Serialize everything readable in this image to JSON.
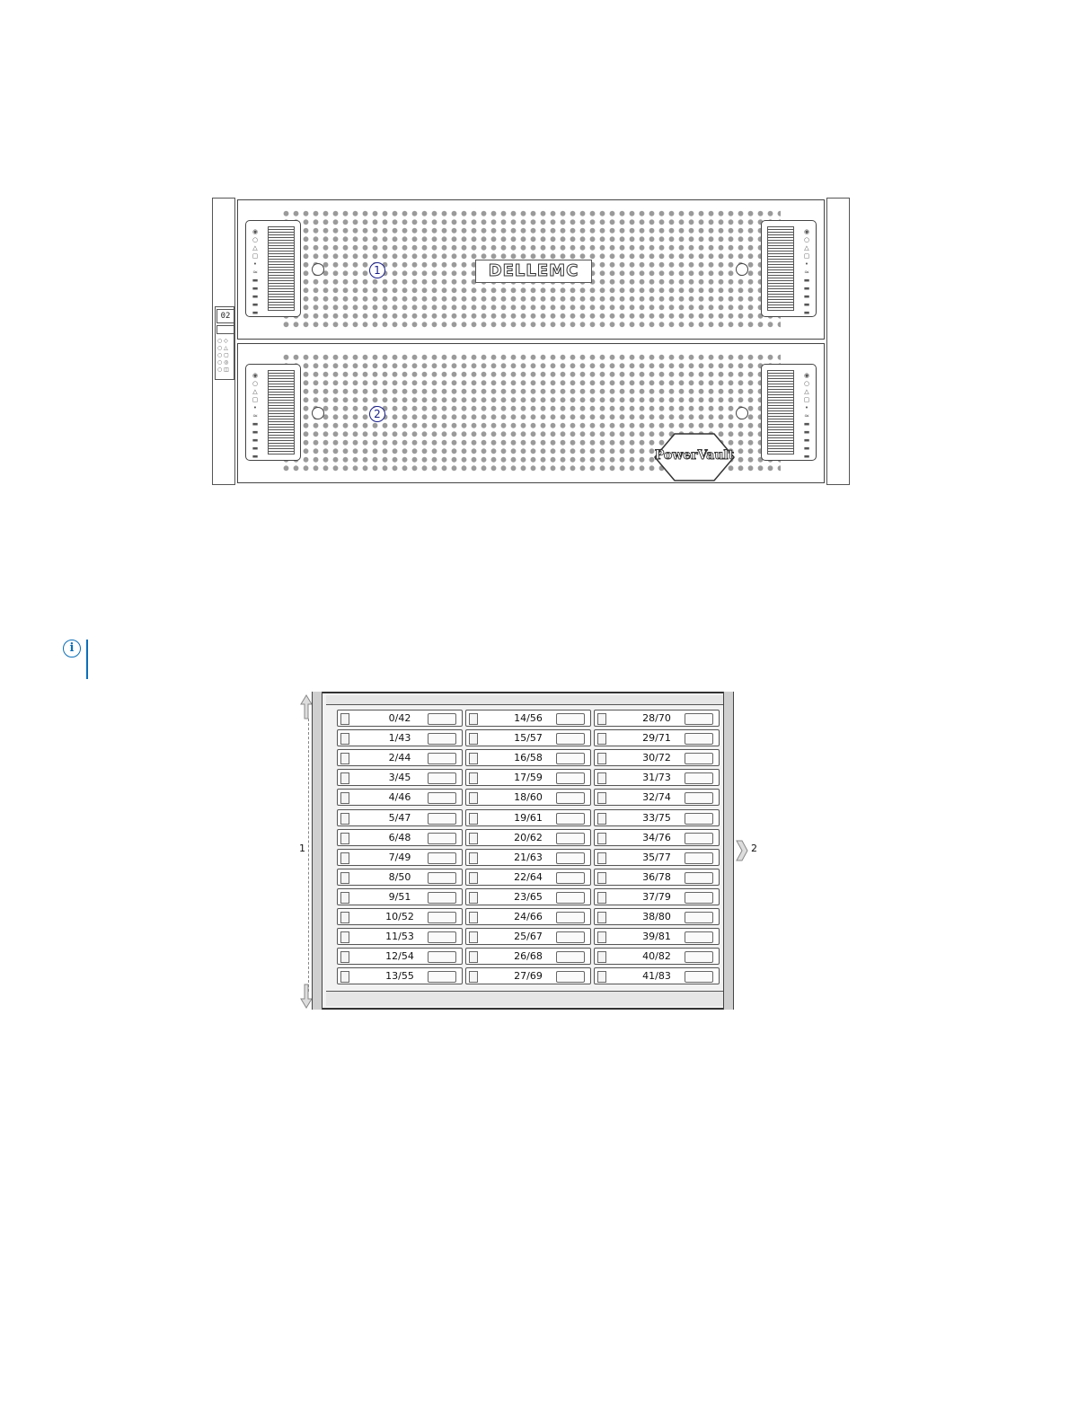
{
  "enclosure": {
    "opsp_display": "02",
    "callouts": [
      "1",
      "2"
    ],
    "logo_text": "DELLEMC",
    "badge_text": "PowerVault"
  },
  "drawer_top_view": {
    "side_labels": [
      "1",
      "2"
    ],
    "columns": [
      [
        "0/42",
        "1/43",
        "2/44",
        "3/45",
        "4/46",
        "5/47",
        "6/48",
        "7/49",
        "8/50",
        "9/51",
        "10/52",
        "11/53",
        "12/54",
        "13/55"
      ],
      [
        "14/56",
        "15/57",
        "16/58",
        "17/59",
        "18/60",
        "19/61",
        "20/62",
        "21/63",
        "22/64",
        "23/65",
        "24/66",
        "25/67",
        "26/68",
        "27/69"
      ],
      [
        "28/70",
        "29/71",
        "30/72",
        "31/73",
        "32/74",
        "33/75",
        "34/76",
        "35/77",
        "36/78",
        "37/79",
        "38/80",
        "39/81",
        "40/82",
        "41/83"
      ]
    ]
  }
}
